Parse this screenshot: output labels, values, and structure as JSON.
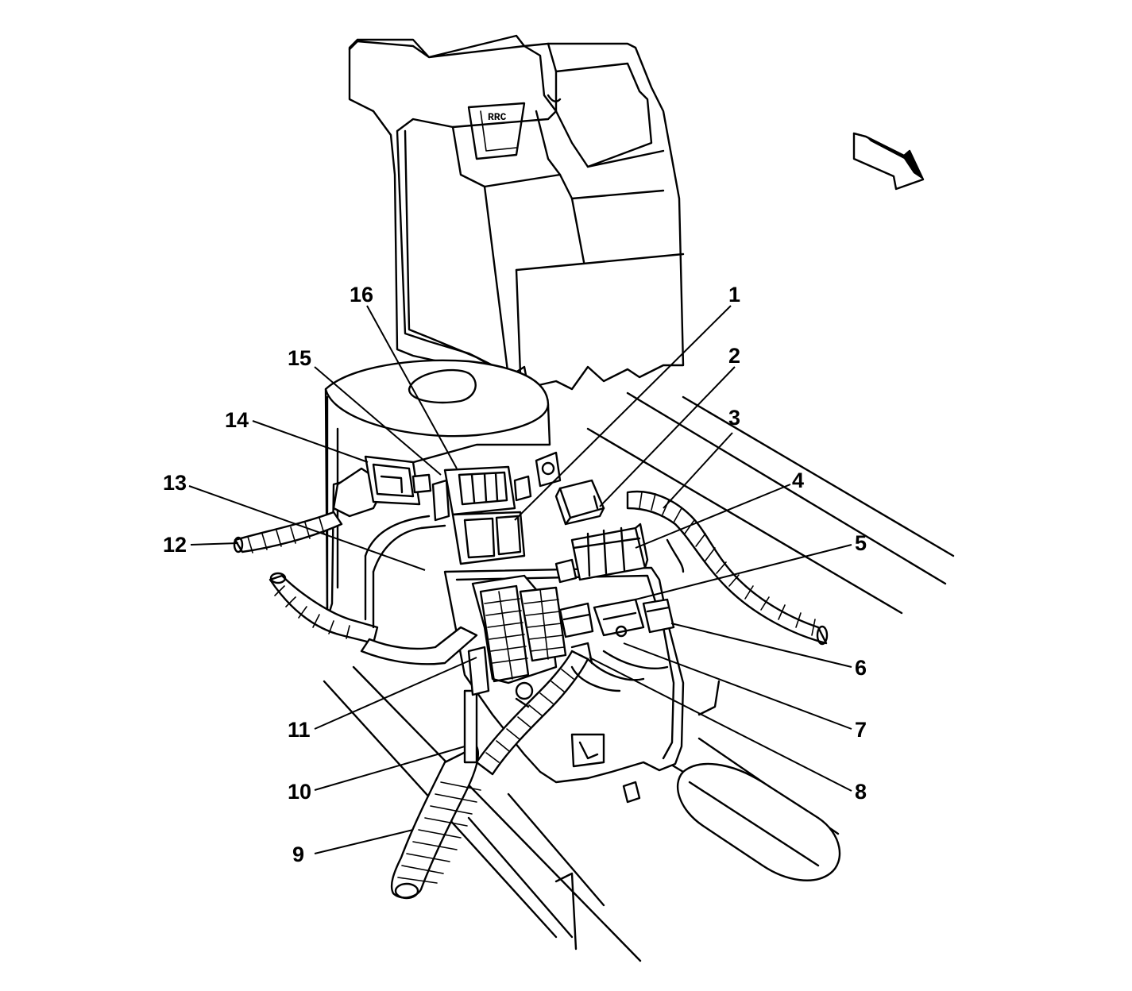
{
  "diagram": {
    "cover_marking": "RRC",
    "direction_arrow_icon": "front-direction-arrow-icon",
    "callouts": [
      {
        "id": "1",
        "label": "1"
      },
      {
        "id": "2",
        "label": "2"
      },
      {
        "id": "3",
        "label": "3"
      },
      {
        "id": "4",
        "label": "4"
      },
      {
        "id": "5",
        "label": "5"
      },
      {
        "id": "6",
        "label": "6"
      },
      {
        "id": "7",
        "label": "7"
      },
      {
        "id": "8",
        "label": "8"
      },
      {
        "id": "9",
        "label": "9"
      },
      {
        "id": "10",
        "label": "10"
      },
      {
        "id": "11",
        "label": "11"
      },
      {
        "id": "12",
        "label": "12"
      },
      {
        "id": "13",
        "label": "13"
      },
      {
        "id": "14",
        "label": "14"
      },
      {
        "id": "15",
        "label": "15"
      },
      {
        "id": "16",
        "label": "16"
      }
    ]
  }
}
